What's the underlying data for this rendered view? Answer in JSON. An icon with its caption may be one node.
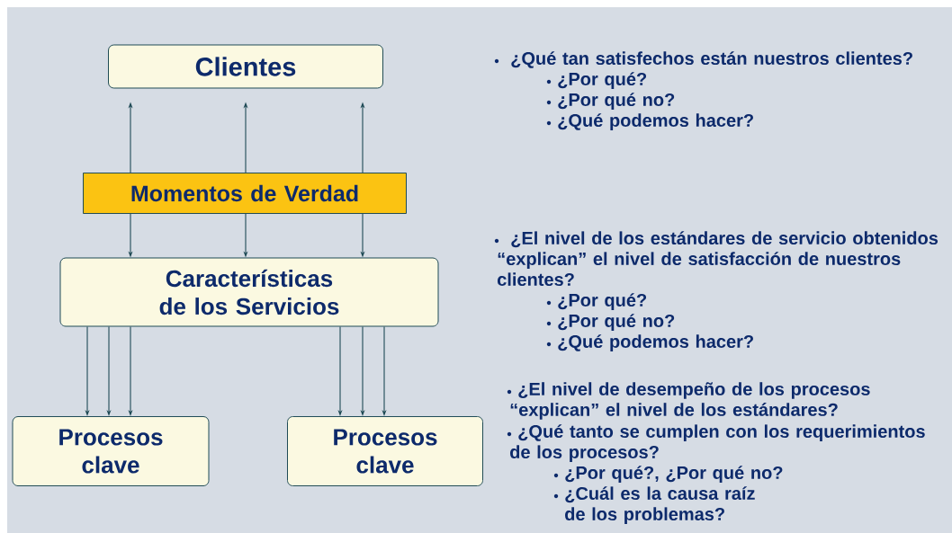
{
  "diagram": {
    "nodes": [
      {
        "text": [
          "Clientes"
        ]
      },
      {
        "text": [
          "Momentos de Verdad"
        ]
      },
      {
        "text": [
          "Características de los Servicios"
        ]
      },
      {
        "text": [
          "Procesos clave"
        ]
      },
      {
        "text": [
          "Procesos clave"
        ]
      }
    ],
    "edges": [
      {
        "from": 1,
        "to": 0,
        "arrow": "to"
      },
      {
        "from": 1,
        "to": 0,
        "arrow": "to"
      },
      {
        "from": 1,
        "to": 0,
        "arrow": "to"
      },
      {
        "from": 1,
        "to": 2,
        "arrow": "to"
      },
      {
        "from": 1,
        "to": 2,
        "arrow": "to"
      },
      {
        "from": 1,
        "to": 2,
        "arrow": "to"
      },
      {
        "from": 2,
        "to": 3,
        "arrow": "to"
      },
      {
        "from": 2,
        "to": 3,
        "arrow": "to"
      },
      {
        "from": 2,
        "to": 3,
        "arrow": "to"
      },
      {
        "from": 2,
        "to": 4,
        "arrow": "to"
      },
      {
        "from": 2,
        "to": 4,
        "arrow": "to"
      },
      {
        "from": 2,
        "to": 4,
        "arrow": "to"
      }
    ],
    "labels": [
      "¿Qué tan satisfechos están nuestros clientes?",
      "¿Por qué?",
      "¿Por qué no?",
      "¿Qué podemos hacer?",
      "¿El nivel de los estándares de servicio obtenidos “explican” el nivel de satisfacción de nuestros clientes?",
      "¿Por qué?",
      "¿Por qué no?",
      "¿Qué podemos hacer?",
      "¿El nivel de desempeño de los procesos “explican” el nivel de los estándares?",
      "¿Qué tanto se cumplen con los requerimientos de los procesos?",
      "¿Por qué?, ¿Por qué no?",
      "¿Cuál es la causa raíz de los problemas?"
    ]
  }
}
